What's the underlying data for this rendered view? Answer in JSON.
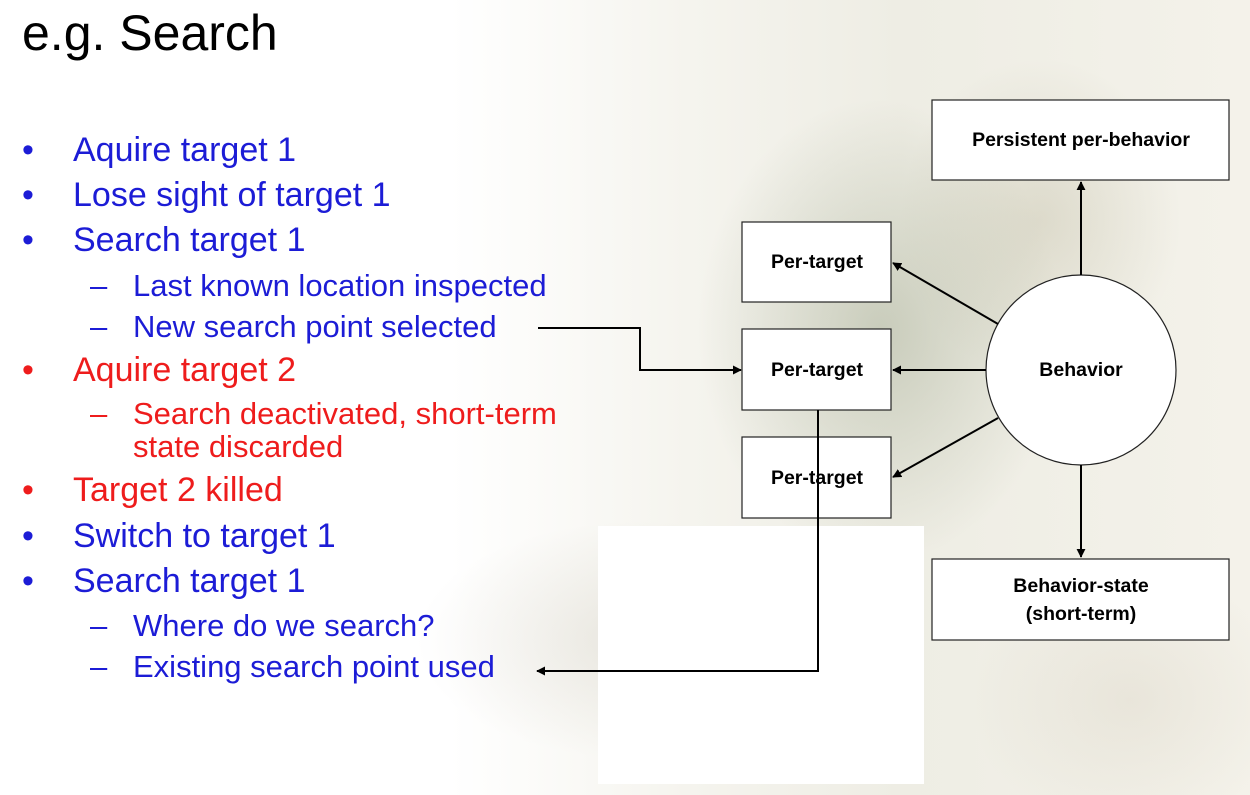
{
  "slide": {
    "title": "e.g. Search",
    "bullets": [
      {
        "level": 1,
        "marker": "•",
        "text": "Aquire target 1",
        "color": "#1c1cd6"
      },
      {
        "level": 1,
        "marker": "•",
        "text": "Lose sight of target 1",
        "color": "#1c1cd6"
      },
      {
        "level": 1,
        "marker": "•",
        "text": "Search target 1",
        "color": "#1c1cd6"
      },
      {
        "level": 2,
        "marker": "–",
        "text": "Last known location inspected",
        "color": "#1c1cd6"
      },
      {
        "level": 2,
        "marker": "–",
        "text": "New search point selected",
        "color": "#1c1cd6"
      },
      {
        "level": 1,
        "marker": "•",
        "text": "Aquire target 2",
        "color": "#ee1c1c"
      },
      {
        "level": 2,
        "marker": "–",
        "text": "Search deactivated, short-term",
        "color": "#ee1c1c"
      },
      {
        "level": 2,
        "marker": "",
        "text": "state discarded",
        "color": "#ee1c1c"
      },
      {
        "level": 1,
        "marker": "•",
        "text": "Target 2 killed",
        "color": "#ee1c1c"
      },
      {
        "level": 1,
        "marker": "•",
        "text": "Switch to target 1",
        "color": "#1c1cd6"
      },
      {
        "level": 1,
        "marker": "•",
        "text": "Search target 1",
        "color": "#1c1cd6"
      },
      {
        "level": 2,
        "marker": "–",
        "text": "Where do we search?",
        "color": "#1c1cd6"
      },
      {
        "level": 2,
        "marker": "–",
        "text": "Existing search point used",
        "color": "#1c1cd6"
      }
    ]
  },
  "diagram": {
    "nodes": {
      "persistent": "Persistent per-behavior",
      "per_target_top": "Per-target",
      "per_target_mid": "Per-target",
      "per_target_bottom": "Per-target",
      "behavior": "Behavior",
      "behavior_state_line1": "Behavior-state",
      "behavior_state_line2": "(short-term)"
    },
    "edges": [
      {
        "from": "behavior",
        "to": "persistent"
      },
      {
        "from": "behavior",
        "to": "per_target_top"
      },
      {
        "from": "behavior",
        "to": "per_target_mid"
      },
      {
        "from": "behavior",
        "to": "per_target_bottom"
      },
      {
        "from": "behavior",
        "to": "behavior_state"
      },
      {
        "from": "bullet:New search point selected",
        "to": "per_target_mid"
      },
      {
        "from": "per_target_mid",
        "to": "bullet:Existing search point used"
      }
    ]
  }
}
